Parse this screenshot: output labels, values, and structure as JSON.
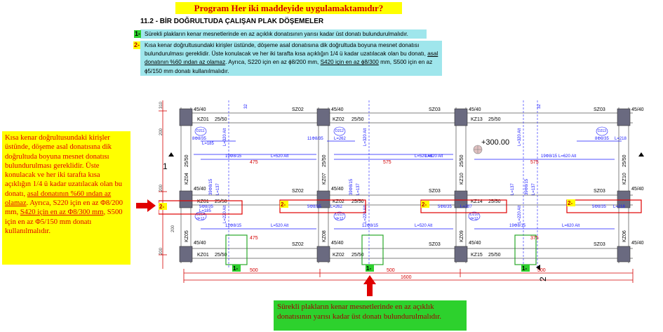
{
  "banner": "Program Her iki maddeyide uygulamaktamıdır?",
  "section_title": "11.2 - BİR DOĞRULTUDA ÇALIŞAN PLAK DÖŞEMELER",
  "rule1": {
    "badge": "1-",
    "text": "Sürekli plakların kenar mesnetlerinde en az açıklık donatısının yarısı kadar üst donatı bulundurulmalıdır."
  },
  "rule2": {
    "badge": "2-",
    "text_a": "Kısa kenar doğrultusundaki kirişler üstünde, döşeme asal donatısına dik doğrultuda boyuna mesnet donatısı bulundurulması gereklidir. Üste konulacak ve her iki tarafta kısa açıklığın 1/4 ü kadar uzatılacak olan bu donatı, ",
    "text_u1": "asal donatının %60 ından az olamaz",
    "text_b": ". Ayrıca, S220 için en az ɸ8/200 mm, ",
    "text_u2": "S420 için en az ɸ8/300",
    "text_c": " mm, S500 için en az ɸ5/150 mm donatı kullanılmalıdır."
  },
  "left_note": {
    "text_a": "Kısa kenar doğrultusundaki kirişler üstünde, döşeme asal donatısına dik doğrultuda boyuna mesnet donatısı bulundurulması gereklidir. Üste konulacak ve her iki tarafta kısa açıklığın 1/4 ü kadar uzatılacak olan bu donatı, ",
    "text_u1": "asal donatının %60 ından az olamaz",
    "text_b": ". Ayrıca, S220 için en az Φ8/200 mm, ",
    "text_u2": "S420 için en az Φ8/300 mm",
    "text_c": ", S500 için en az Φ5/150 mm donatı kullanılmalıdır."
  },
  "bottom_note": "Sürekli plakların kenar mesnetlerinde en az açıklık donatısının yarısı kadar üst donatı bulundurulmalıdır.",
  "plan": {
    "column_labels": [
      "45/40",
      "45/40",
      "45/40",
      "45/40",
      "45/40",
      "45/40",
      "45/40",
      "45/40",
      "45/40",
      "45/40",
      "45/40"
    ],
    "top_beams": [
      "KZ01",
      "25/50",
      "SZ02",
      "KZ02",
      "25/50",
      "SZ03",
      "KZ13",
      "25/50",
      "SZ03"
    ],
    "mid_beams": [
      "KZ01",
      "25/50",
      "SZ02",
      "KZ02",
      "25/50",
      "SZ03",
      "KZ14",
      "25/50",
      "SZ03"
    ],
    "bot_beams": [
      "KZ01",
      "25/50",
      "SZ02",
      "KZ02",
      "25/50",
      "SZ03",
      "KZ15",
      "25/50",
      "SZ03"
    ],
    "vertical_beams": [
      "KZ04",
      "25/50",
      "KZ07",
      "25/50",
      "KZ10",
      "25/50",
      "KZ10",
      "25/50",
      "KZ05",
      "KZ08",
      "KZ09",
      "KZ06"
    ],
    "slab_labels": [
      "D211",
      "D212",
      "D213",
      "D214",
      "D215",
      "D216",
      "d=12",
      "d=12",
      "d=12"
    ],
    "rebar_labels": [
      "8Φ8/35",
      "L=185",
      "11Φ8/35",
      "L=262",
      "8Φ8/35",
      "L=218",
      "19Φ8/15",
      "19Φ8/15",
      "L=520 Alt",
      "L=520 Alt",
      "L=620 Alt",
      "L=620 Alt",
      "5Φ8/35",
      "L=185",
      "5Φ8/35",
      "L=262",
      "5Φ8/35",
      "L=287",
      "5Φ8/35",
      "L=218",
      "12Φ8/15",
      "12Φ8/15",
      "19Φ8/15",
      "L=520 Alt",
      "L=520 Alt",
      "L=620 Alt"
    ],
    "vertical_rebar": [
      "L=320 Alt",
      "L=320 Alt",
      "L=320 Alt",
      "L=220 Alt",
      "L=220 Alt",
      "L=220 Alt",
      "L=137",
      "L=137",
      "L=137",
      "L=137",
      "39Φ8/15",
      "39Φ8/15",
      "39Φ8/15",
      "32",
      "32"
    ],
    "dims_bottom": [
      "500",
      "500",
      "500",
      "1600"
    ],
    "dims_left": [
      "200",
      "200",
      "200",
      "200",
      "310"
    ],
    "dims_span": [
      "475",
      "475",
      "575",
      "575",
      "375"
    ],
    "elevation": "+300.00",
    "axis_1": "1",
    "axis_2": "2",
    "markers_2": [
      "2-",
      "2-",
      "2-",
      "2-"
    ],
    "markers_1": [
      "1-",
      "1-",
      "1-"
    ]
  },
  "colors": {
    "banner_bg": "#ffff00",
    "banner_text": "#d40000",
    "rule_bg": "#9fe6ec",
    "green_badge": "#2dd12d",
    "note_text": "#e00000",
    "arrow_red": "#e00000",
    "beam": "#808080",
    "column": "#5a5a6e",
    "rebar_blue": "#1a1aff",
    "dim_red": "#d40000"
  }
}
